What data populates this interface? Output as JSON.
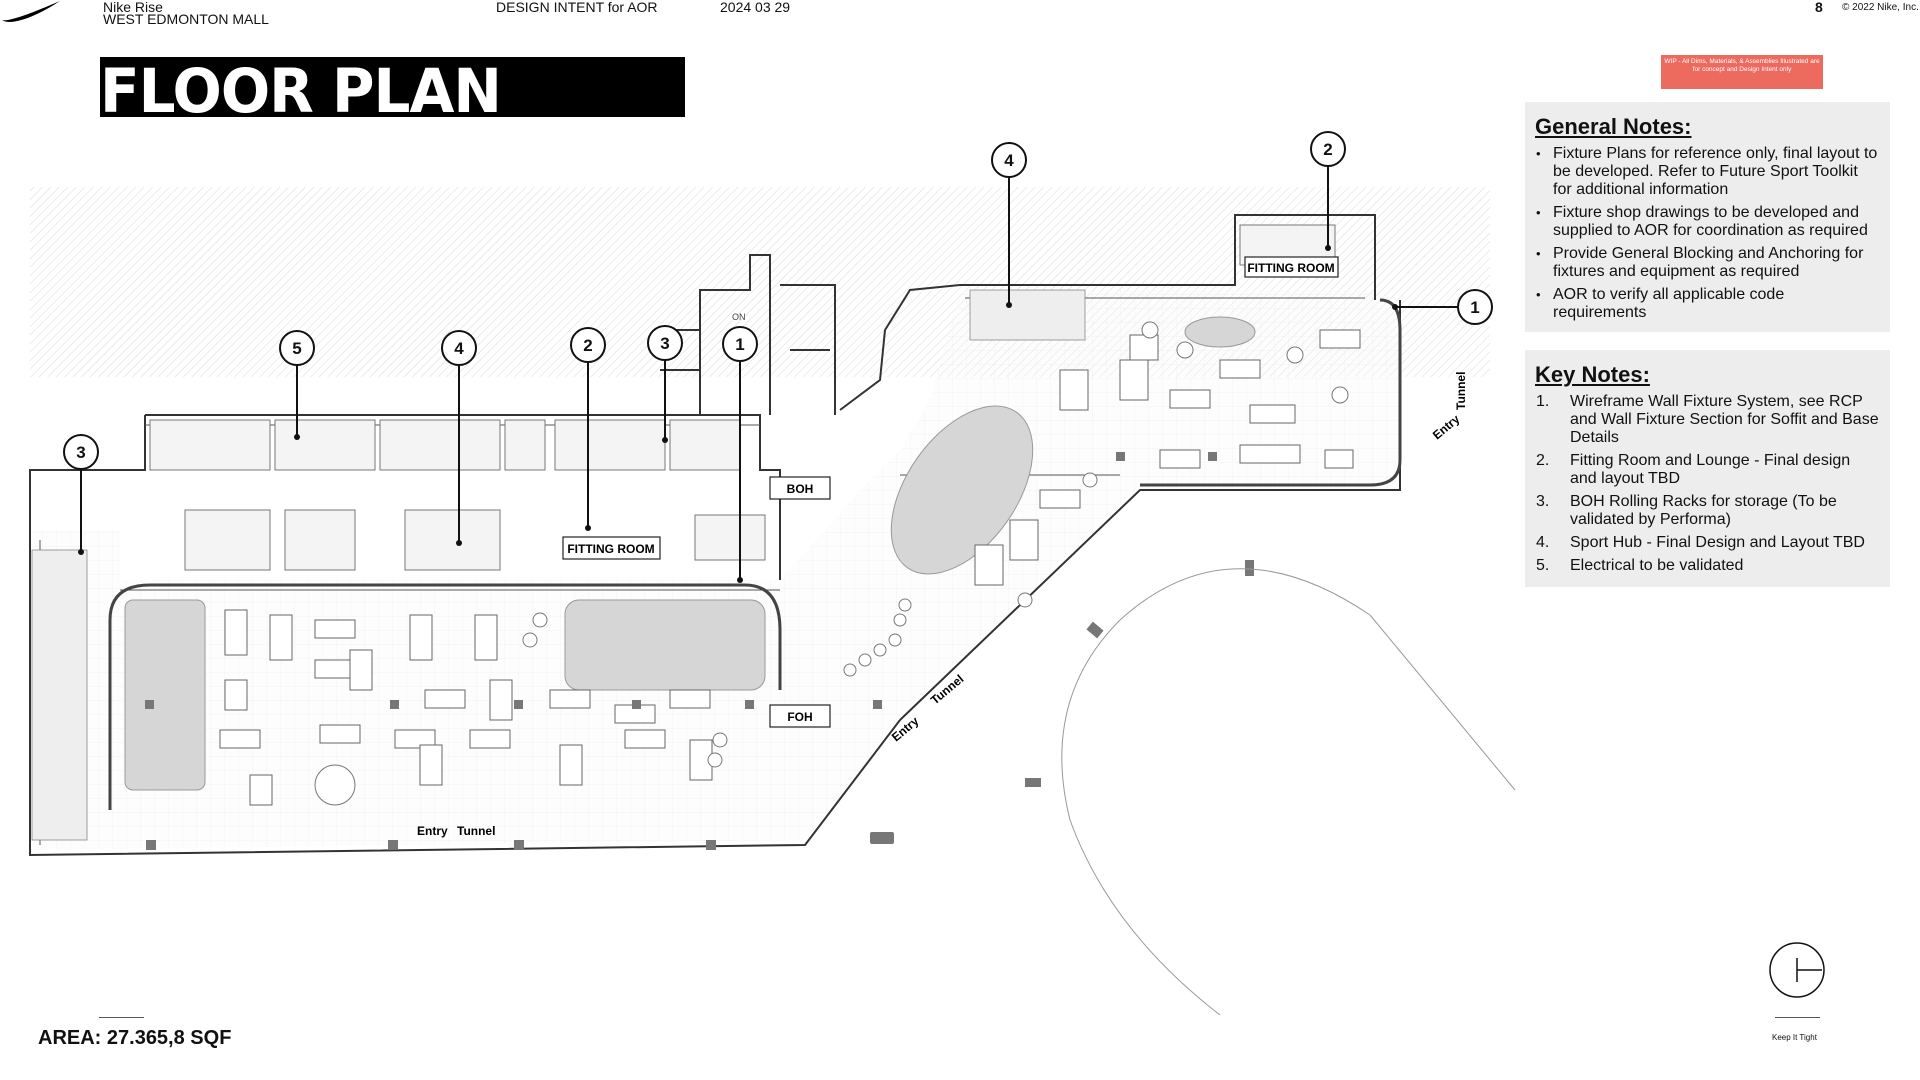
{
  "header": {
    "project": "Nike Rise",
    "location": "WEST EDMONTON MALL",
    "doc_type": "DESIGN INTENT for AOR",
    "date": "2024 03 29",
    "page_number": "8",
    "copyright": "© 2022 Nike, Inc."
  },
  "title": "FLOOR PLAN",
  "wip_note": "WIP - All Dims, Materials, & Assemblies Illustrated are for concept and Design Intent only",
  "plan": {
    "room_labels": {
      "fitting_room_left": "FITTING ROOM",
      "fitting_room_right": "FITTING ROOM",
      "boh": "BOH",
      "foh": "FOH",
      "on": "ON"
    },
    "entries": {
      "bottom_entry": "Entry",
      "bottom_tunnel": "Tunnel",
      "diag_entry": "Entry",
      "diag_tunnel": "Tunnel",
      "right_entry": "Entry",
      "right_tunnel": "Tunnel"
    },
    "callouts": [
      "1",
      "2",
      "3",
      "4",
      "5"
    ]
  },
  "general_notes": {
    "heading": "General Notes:",
    "items": [
      "Fixture Plans for reference only, final layout to be developed. Refer to Future Sport Toolkit for additional information",
      "Fixture shop drawings to be developed and supplied to AOR for coordination as required",
      "Provide General Blocking and Anchoring for fixtures and equipment as required",
      "AOR to verify all applicable code requirements"
    ]
  },
  "key_notes": {
    "heading": "Key Notes:",
    "items": [
      {
        "num": "1.",
        "text": "Wireframe Wall Fixture System, see RCP and Wall Fixture Section for Soffit and Base Details"
      },
      {
        "num": "2.",
        "text": "Fitting Room and Lounge - Final design and layout TBD"
      },
      {
        "num": "3.",
        "text": "BOH Rolling Racks for storage (To be validated by Performa)"
      },
      {
        "num": "4.",
        "text": "Sport Hub - Final Design and Layout TBD"
      },
      {
        "num": "5.",
        "text": "Electrical to be validated"
      }
    ]
  },
  "area": "AREA: 27.365,8 SQF",
  "footer_note": "Keep It Tight"
}
